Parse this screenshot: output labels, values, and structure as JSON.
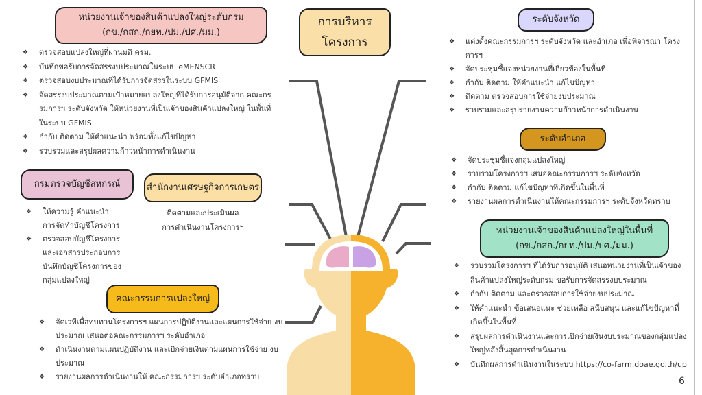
{
  "title": {
    "line1": "การบริหาร",
    "line2": "โครงการ"
  },
  "dept_owner": {
    "title1": "หน่วยงานเจ้าของสินค้าแปลงใหญ่ระดับกรม",
    "title2": "(กข./กสก./กยท./ปม./ปศ./มม.)",
    "items": [
      "ตรวจสอบแปลงใหญ่ที่ผ่านมติ ครม.",
      "บันทึกขอรับการจัดสรรงบประมาณในระบบ eMENSCR",
      "ตรวจสอบงบประมาณที่ได้รับการจัดสรรในระบบ GFMIS",
      "จัดสรรงบประมาณตามเป้าหมายแปลงใหญ่ที่ได้รับการอนุมัติจาก คณะกรรมการฯ ระดับจังหวัด ให้หน่วยงานที่เป็นเจ้าของสินค้าแปลงใหญ่ ในพื้นที่ ในระบบ GFMIS",
      "กำกับ ติดตาม ให้คำแนะนำ พร้อมทั้งแก้ไขปัญหา",
      "รวบรวมและสรุปผลความก้าวหน้าการดำเนินงาน"
    ]
  },
  "coop_audit": {
    "title": "กรมตรวจบัญชีสหกรณ์",
    "items": [
      "ให้ความรู้ คำแนะนำ การจัดทำบัญชีโครงการ",
      "ตรวจสอบบัญชีโครงการ และเอกสารประกอบการ บันทึกบัญชีโครงการของ กลุ่มแปลงใหญ่"
    ]
  },
  "oae": {
    "title": "สำนักงานเศรษฐกิจการเกษตร",
    "line1": "ติดตามและประเมินผล",
    "line2": "การดำเนินงานโครงการฯ"
  },
  "committee": {
    "title": "คณะกรรมการแปลงใหญ่",
    "items": [
      "จัดเวทีเพื่อทบทวนโครงการฯ แผนการปฏิบัติงานและแผนการใช้จ่าย งบประมาณ เสนอต่อคณะกรรมการฯ ระดับอำเภอ",
      "ดำเนินงานตามแผนปฏิบัติงาน และเบิกจ่ายเงินตามแผนการใช้จ่าย งบประมาณ",
      "รายงานผลการดำเนินงานให้ คณะกรรมการฯ ระดับอำเภอทราบ"
    ]
  },
  "province": {
    "title": "ระดับจังหวัด",
    "items": [
      "แต่งตั้งคณะกรรมการฯ ระดับจังหวัด และอำเภอ เพื่อพิจารณา โครงการฯ",
      "จัดประชุมชี้แจงหน่วยงานที่เกี่ยวข้องในพื้นที่",
      "กำกับ ติดตาม ให้คำแนะนำ แก้ไขปัญหา",
      "ติดตาม ตรวจสอบการใช้จ่ายงบประมาณ",
      "รวบรวมและสรุปรายงานความก้าวหน้าการดำเนินงาน"
    ]
  },
  "district": {
    "title": "ระดับอำเภอ",
    "items": [
      "จัดประชุมชี้แจงกลุ่มแปลงใหญ่",
      "รวบรวมโครงการฯ เสนอคณะกรรมการฯ ระดับจังหวัด",
      "กำกับ ติดตาม แก้ไขปัญหาที่เกิดขึ้นในพื้นที่",
      "รายงานผลการดำเนินงานให้คณะกรรมการฯ ระดับจังหวัดทราบ"
    ]
  },
  "local_owner": {
    "title1": "หน่วยงานเจ้าของสินค้าแปลงใหญ่ในพื้นที่",
    "title2": "(กข./กสก./กยท./ปม./ปศ./มม.)",
    "items": [
      "รวบรวมโครงการฯ ที่ได้รับการอนุมัติ เสนอหน่วยงานที่เป็นเจ้าของ สินค้าแปลงใหญ่ระดับกรม ขอรับการจัดสรรงบประมาณ",
      "กำกับ ติดตาม และตรวจสอบการใช้จ่ายงบประมาณ",
      "ให้คำแนะนำ ข้อเสนอแนะ ช่วยเหลือ สนับสนุน และแก้ไขปัญหาที่ เกิดขึ้นในพื้นที่",
      "สรุปผลการดำเนินงานและการเบิกจ่ายเงินงบประมาณของกลุ่มแปลง ใหญ่หลังสิ้นสุดการดำเนินงาน"
    ],
    "last_item_prefix": "บันทึกผลการดำเนินงานในระบบ ",
    "link": "https://co-farm.doae.go.th/up"
  },
  "page_number": "6"
}
